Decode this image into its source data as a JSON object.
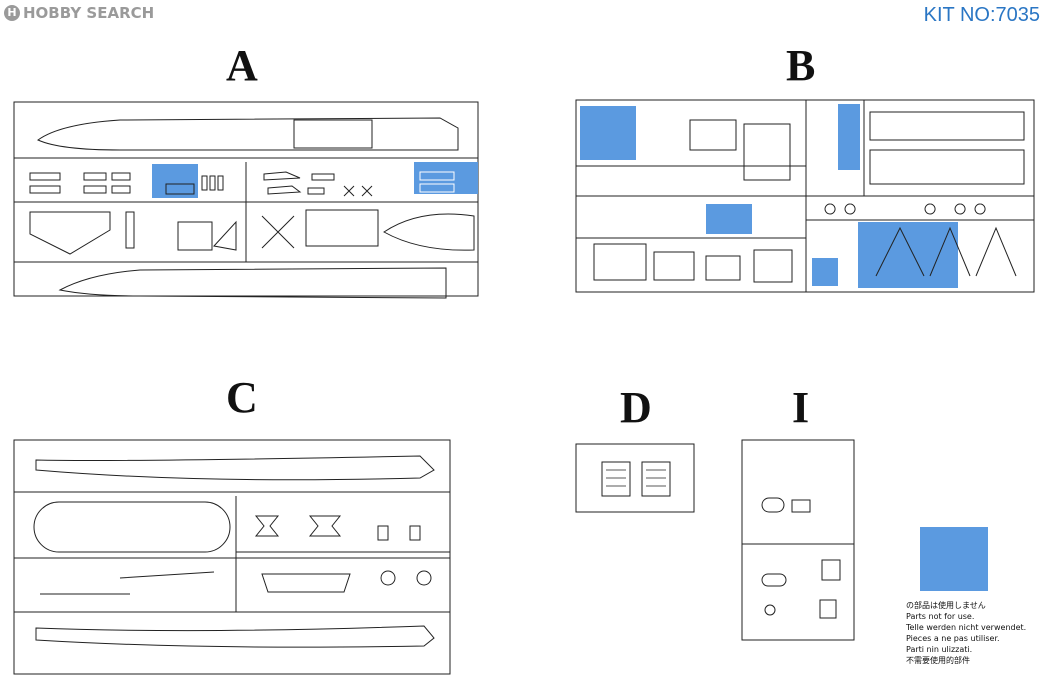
{
  "header": {
    "logo_text": "HOBBY SEARCH",
    "logo_mark": "H",
    "kit_no": "KIT NO:7035"
  },
  "sprues": {
    "a": {
      "letter": "A"
    },
    "b": {
      "letter": "B"
    },
    "c": {
      "letter": "C"
    },
    "d": {
      "letter": "D"
    },
    "i": {
      "letter": "I"
    }
  },
  "legend": {
    "swatch_color": "#5b9ae0",
    "lines": [
      "の部品は使用しません",
      "Parts not for use.",
      "Telle werden nicht verwendet.",
      "Pieces a ne pas utiliser.",
      "Parti nin ulizzati.",
      "不需要使用的部件"
    ]
  },
  "colors": {
    "highlight": "#5b9ae0",
    "line": "#222222",
    "kit_text": "#2a76c4"
  }
}
